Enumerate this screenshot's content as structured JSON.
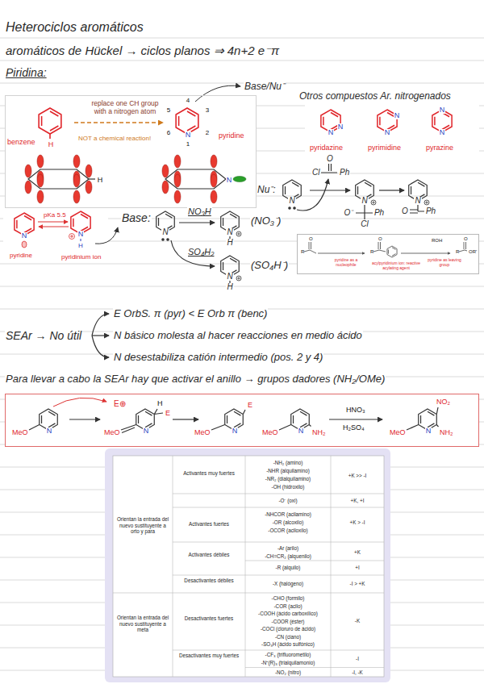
{
  "diagram": {
    "title": "Heterociclos aromáticos",
    "nodes": [
      {
        "text": [
          "benzene",
          "replace one CH group with a nitrogen atom",
          "NOT a chemical reaction!",
          "pyridine",
          "H",
          "N",
          "5",
          "4",
          "3",
          "6",
          "2",
          "1",
          "H",
          "N"
        ]
      },
      {
        "text": [
          "R",
          "O",
          "pyridine as a nucleophile",
          "R",
          "O",
          "acylpyridinium ion: reactive acylating agent",
          "ROH",
          "pyridine as leaving group",
          "R",
          "O",
          "OR'"
        ]
      },
      {
        "text": [
          "MeO",
          "N",
          "E⊕",
          "MeO",
          "N",
          "H",
          "E",
          "MeO",
          "N",
          "E",
          "MeO",
          "N",
          "NH₂",
          "HNO₃",
          "H₂SO₄",
          "MeO",
          "N",
          "NH₂",
          "NO₂"
        ]
      }
    ],
    "labels": [
      "aromáticos de Hückel → ciclos planos ⇒ 4n+2 e⁻π",
      "Piridina:",
      "Base/Nu⁻",
      "Otros compuestos Ar. nitrogenados",
      "pyridazine",
      "pyrimidine",
      "pyrazine",
      "N",
      "N",
      "N",
      "N",
      "N",
      "N",
      "N",
      "pyridine",
      "pKa 5.5",
      "N",
      "H",
      "pyridinium ion",
      "Base:",
      "N",
      "NO₃H",
      "N",
      "H",
      "(NO₃⁻)",
      "SO₄H₂",
      "N",
      "H",
      "(SO₄H⁻)",
      "Nu⁻:",
      "N",
      "Cl",
      "Ph",
      "O",
      "N",
      "O⁻",
      "Cl",
      "Ph",
      "N",
      "O",
      "Ph",
      "SEAr → No útil",
      "E OrbS. π (pyr) < E Orb π (benc)",
      "N básico molesta al hacer reacciones en medio ácido",
      "N desestabiliza catión intermedio (pos. 2 y 4)",
      "Para llevar a cabo la SEAr hay que activar el anillo → grupos dadores (NH₂/OMe)",
      "Orientan la entrada del nuevo sustituyente a orto y para",
      "Activantes muy fuertes",
      "-NH₂ (amino)",
      "-NHR (alquilamino)",
      "-NR₂ (dialquilamino)",
      "-OH (hidroxilo)",
      "+K >> -I",
      "-O⁻ (oxi)",
      "+K, +I",
      "Activantes fuertes",
      "-NHCOR (acilamino)",
      "-OR (alcoxilo)",
      "-OCOR (aciloxilo)",
      "+K > -I",
      "Activantes débiles",
      "-Ar (arilo)",
      "-CH=CR₂ (alquenilo)",
      "+K",
      "-R (alquilo)",
      "+I",
      "Desactivantes débiles",
      "-X (halógeno)",
      "-I > +K",
      "Orientan la entrada del nuevo sustituyente a meta",
      "Desactivantes fuertes",
      "-CHO (formilo)",
      "-COR (acilo)",
      "-COOH (ácido carboxílico)",
      "-COOR (éster)",
      "-COCl (cloruro de ácido)",
      "-CN (ciano)",
      "-SO₃H (ácido sulfónico)",
      "-K",
      "Desactivantes muy fuertes",
      "-CF₃ (trifluorometilo)",
      "-N⁺(R)₃ (trialquilamonio)",
      "-I",
      "-NO₂ (nitro)",
      "-I, -K"
    ]
  }
}
